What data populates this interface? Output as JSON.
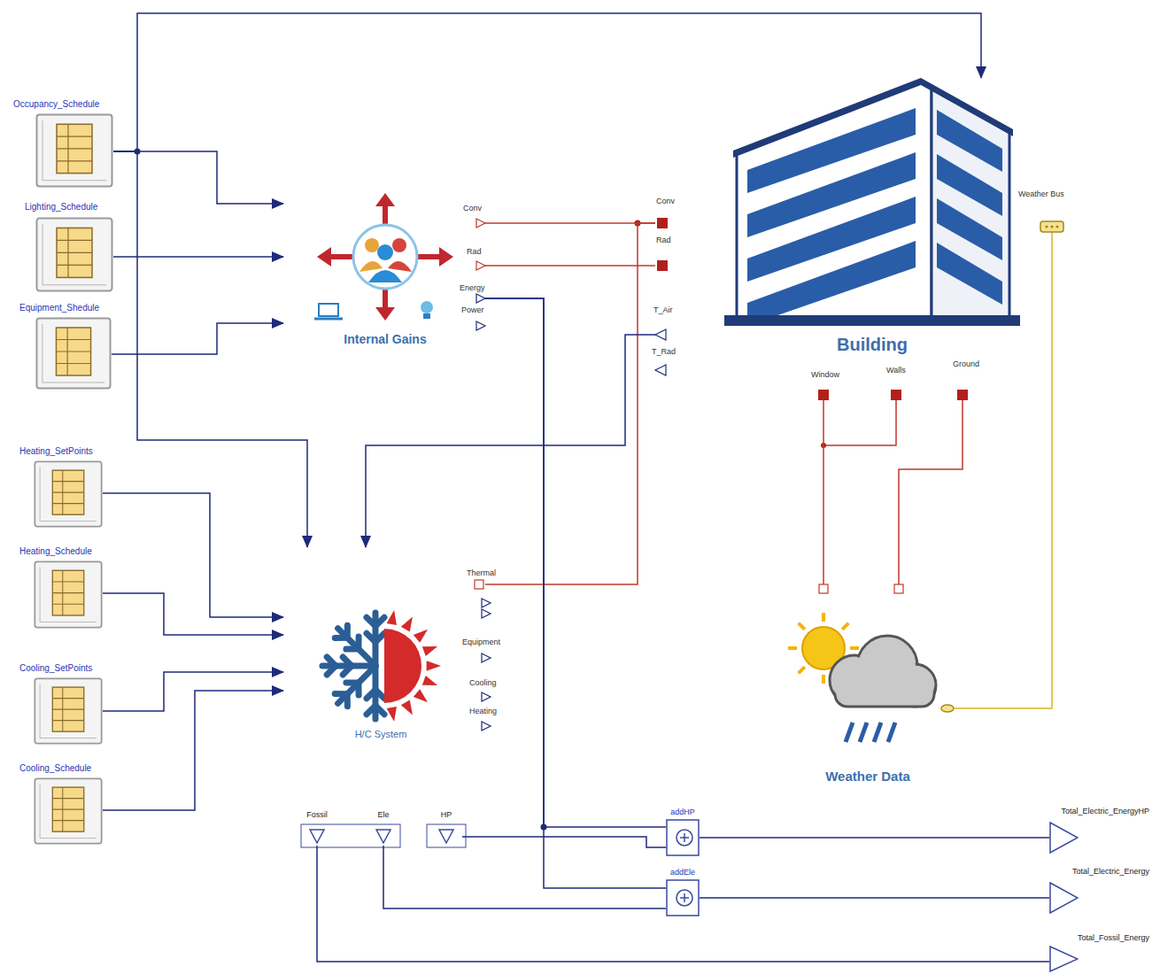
{
  "diagram": {
    "nodes": [
      {
        "text": [
          "Occupancy_Schedule"
        ]
      },
      {
        "text": [
          "Lighting_Schedule"
        ]
      },
      {
        "text": [
          "Equipment_Shedule"
        ]
      },
      {
        "text": [
          "Heating_SetPoints"
        ]
      },
      {
        "text": [
          "Heating_Schedule"
        ]
      },
      {
        "text": [
          "Cooling_SetPoints"
        ]
      },
      {
        "text": [
          "Cooling_Schedule"
        ]
      },
      {
        "text": [
          "Internal Gains"
        ]
      },
      {
        "text": [
          "H/C System"
        ]
      },
      {
        "text": [
          "Building"
        ]
      },
      {
        "text": [
          "Weather Data"
        ]
      },
      {
        "text": [
          "Fossil"
        ]
      },
      {
        "text": [
          "Ele"
        ]
      },
      {
        "text": [
          "HP"
        ]
      },
      {
        "text": [
          "addHP"
        ]
      },
      {
        "text": [
          "addEle"
        ]
      },
      {
        "text": [
          "Total_Electric_EnergyHP"
        ]
      },
      {
        "text": [
          "Total_Electric_Energy"
        ]
      },
      {
        "text": [
          "Total_Fossil_Energy"
        ]
      }
    ],
    "edges": [
      {
        "from": 0,
        "to": 7,
        "arrow": "to"
      },
      {
        "from": 0,
        "to": 9,
        "arrow": "to"
      },
      {
        "from": 0,
        "to": 8,
        "arrow": "to"
      },
      {
        "from": 1,
        "to": 7,
        "arrow": "to"
      },
      {
        "from": 2,
        "to": 7,
        "arrow": "to"
      },
      {
        "from": 3,
        "to": 8,
        "arrow": "to"
      },
      {
        "from": 4,
        "to": 8,
        "arrow": "to"
      },
      {
        "from": 5,
        "to": 8,
        "arrow": "to"
      },
      {
        "from": 6,
        "to": 8,
        "arrow": "to"
      },
      {
        "from": 7,
        "to": 9,
        "arrow": "none"
      },
      {
        "from": 7,
        "to": 9,
        "arrow": "none"
      },
      {
        "from": 8,
        "to": 9,
        "arrow": "none"
      },
      {
        "from": 9,
        "to": 8,
        "arrow": "to"
      },
      {
        "from": 7,
        "to": 14,
        "arrow": "none"
      },
      {
        "from": 7,
        "to": 15,
        "arrow": "none"
      },
      {
        "from": 13,
        "to": 14,
        "arrow": "none"
      },
      {
        "from": 12,
        "to": 15,
        "arrow": "none"
      },
      {
        "from": 11,
        "to": 18,
        "arrow": "none"
      },
      {
        "from": 14,
        "to": 16,
        "arrow": "none"
      },
      {
        "from": 15,
        "to": 17,
        "arrow": "none"
      },
      {
        "from": 9,
        "to": 10,
        "arrow": "none"
      },
      {
        "from": 9,
        "to": 10,
        "arrow": "none"
      },
      {
        "from": 10,
        "to": 9,
        "arrow": "none"
      }
    ],
    "labels": [
      "Conv",
      "Rad",
      "Energy",
      "Power",
      "Conv",
      "Rad",
      "T_Air",
      "T_Rad",
      "Weather Bus",
      "Window",
      "Walls",
      "Ground",
      "Thermal",
      "Equipment",
      "Cooling",
      "Heating"
    ]
  }
}
